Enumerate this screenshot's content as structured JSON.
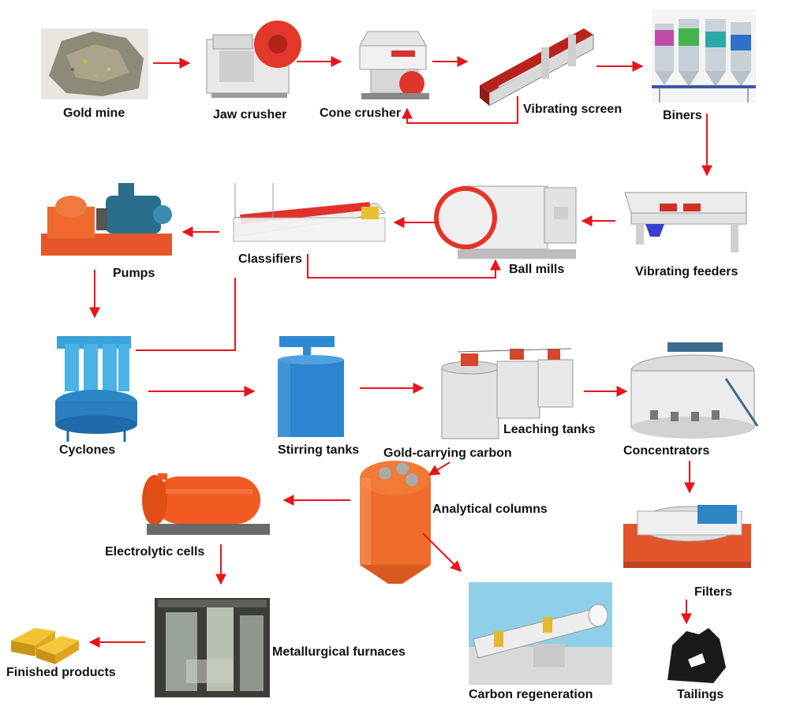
{
  "diagram": {
    "nodes": {
      "gold_mine": "Gold mine",
      "jaw_crusher": "Jaw crusher",
      "cone_crusher": "Cone crusher",
      "vibrating_screen": "Vibrating screen",
      "biners": "Biners",
      "vibrating_feeders": "Vibrating feeders",
      "ball_mills": "Ball mills",
      "classifiers": "Classifiers",
      "pumps": "Pumps",
      "cyclones": "Cyclones",
      "stirring_tanks": "Stirring tanks",
      "leaching_tanks": "Leaching tanks",
      "gold_carrying_carbon": "Gold-carrying carbon",
      "concentrators": "Concentrators",
      "analytical_columns": "Analytical columns",
      "electrolytic_cells": "Electrolytic cells",
      "metallurgical_furnaces": "Metallurgical furnaces",
      "finished_products": "Finished products",
      "carbon_regeneration": "Carbon regeneration",
      "filters": "Filters",
      "tailings": "Tailings"
    },
    "arrow_color": "#e8141a"
  }
}
